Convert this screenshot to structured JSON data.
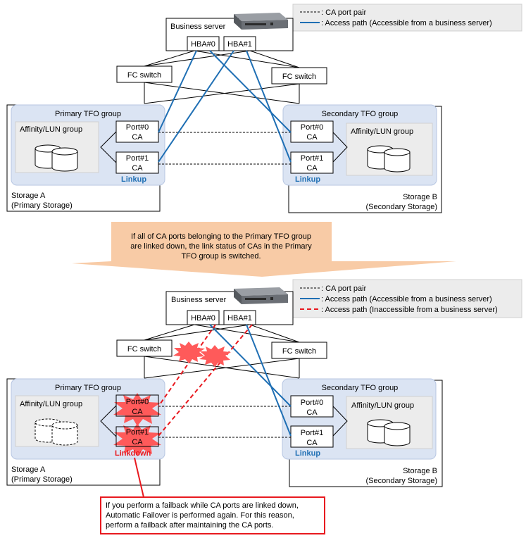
{
  "top": {
    "legend": {
      "ca_pair": ": CA port pair",
      "access_ok": ": Access path (Accessible from a business server)"
    },
    "server_label": "Business server",
    "hba0": "HBA#0",
    "hba1": "HBA#1",
    "fc_switch_left": "FC switch",
    "fc_switch_right": "FC switch",
    "primary_group": "Primary TFO group",
    "secondary_group": "Secondary TFO group",
    "affinity_left": "Affinity/LUN group",
    "affinity_right": "Affinity/LUN group",
    "port0": [
      "Port#0",
      "CA"
    ],
    "port1": [
      "Port#1",
      "CA"
    ],
    "linkup_left": "Linkup",
    "linkup_right": "Linkup",
    "storage_a": [
      "Storage A",
      "(Primary Storage)"
    ],
    "storage_b": [
      "Storage B",
      "(Secondary Storage)"
    ]
  },
  "arrow_text": [
    "If all of CA ports belonging to the Primary TFO group",
    "are linked down, the link status of CAs in the Primary",
    "TFO group is switched."
  ],
  "bottom": {
    "legend": {
      "ca_pair": ": CA port pair",
      "access_ok": ": Access path (Accessible from a business server)",
      "access_ng": ": Access path (Inaccessible from a business server)"
    },
    "server_label": "Business server",
    "hba0": "HBA#0",
    "hba1": "HBA#1",
    "fc_switch_left": "FC switch",
    "fc_switch_right": "FC switch",
    "primary_group": "Primary TFO group",
    "secondary_group": "Secondary TFO group",
    "affinity_left": "Affinity/LUN group",
    "affinity_right": "Affinity/LUN group",
    "port0": [
      "Port#0",
      "CA"
    ],
    "port1": [
      "Port#1",
      "CA"
    ],
    "linkdown": "Linkdown",
    "linkup_right": "Linkup",
    "storage_a": [
      "Storage A",
      "(Primary Storage)"
    ],
    "storage_b": [
      "Storage B",
      "(Secondary Storage)"
    ]
  },
  "note": [
    "If you perform a failback while CA ports are linked down,",
    "Automatic Failover is performed again. For this reason,",
    "perform a failback after maintaining the CA ports."
  ],
  "colors": {
    "access_ok": "#1f6fb4",
    "access_ng": "#e8191f",
    "group_fill": "#dbe4f3",
    "affinity_fill": "#ececec",
    "arrow_fill": "#f8cba6",
    "linkup": "#1f6fb4",
    "linkdown": "#e8191f",
    "burst": "#ff5a5a"
  }
}
